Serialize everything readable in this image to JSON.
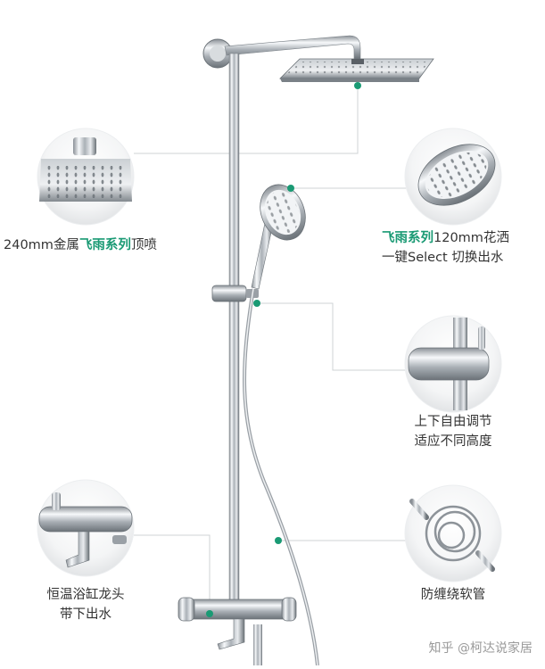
{
  "colors": {
    "accent": "#1a9a74",
    "text": "#333333",
    "chrome_light": "#f4f6f8",
    "chrome_dark": "#6b7278",
    "connector_line": "#cfd3d6",
    "watermark": "#9a9a9a"
  },
  "callouts": {
    "top_shower": {
      "lead": "240mm金属",
      "accent": "飞雨系列",
      "tail": "顶喷",
      "icon": "rain-shower-head-closeup"
    },
    "hand_shower": {
      "accent": "飞雨系列",
      "line1_tail": "120mm花洒",
      "line2": "一键Select 切换出水",
      "icon": "hand-shower-spray-face-closeup"
    },
    "slide_bar": {
      "line1": "上下自由调节",
      "line2": "适应不同高度",
      "icon": "height-adjust-slider-closeup"
    },
    "thermostat": {
      "line1": "恒温浴缸龙头",
      "line2": "带下出水",
      "icon": "thermostatic-tub-faucet-closeup"
    },
    "hose": {
      "line1": "防缠绕软管",
      "icon": "coiled-hose-closeup"
    }
  },
  "watermark": "知乎 @柯达说家居"
}
